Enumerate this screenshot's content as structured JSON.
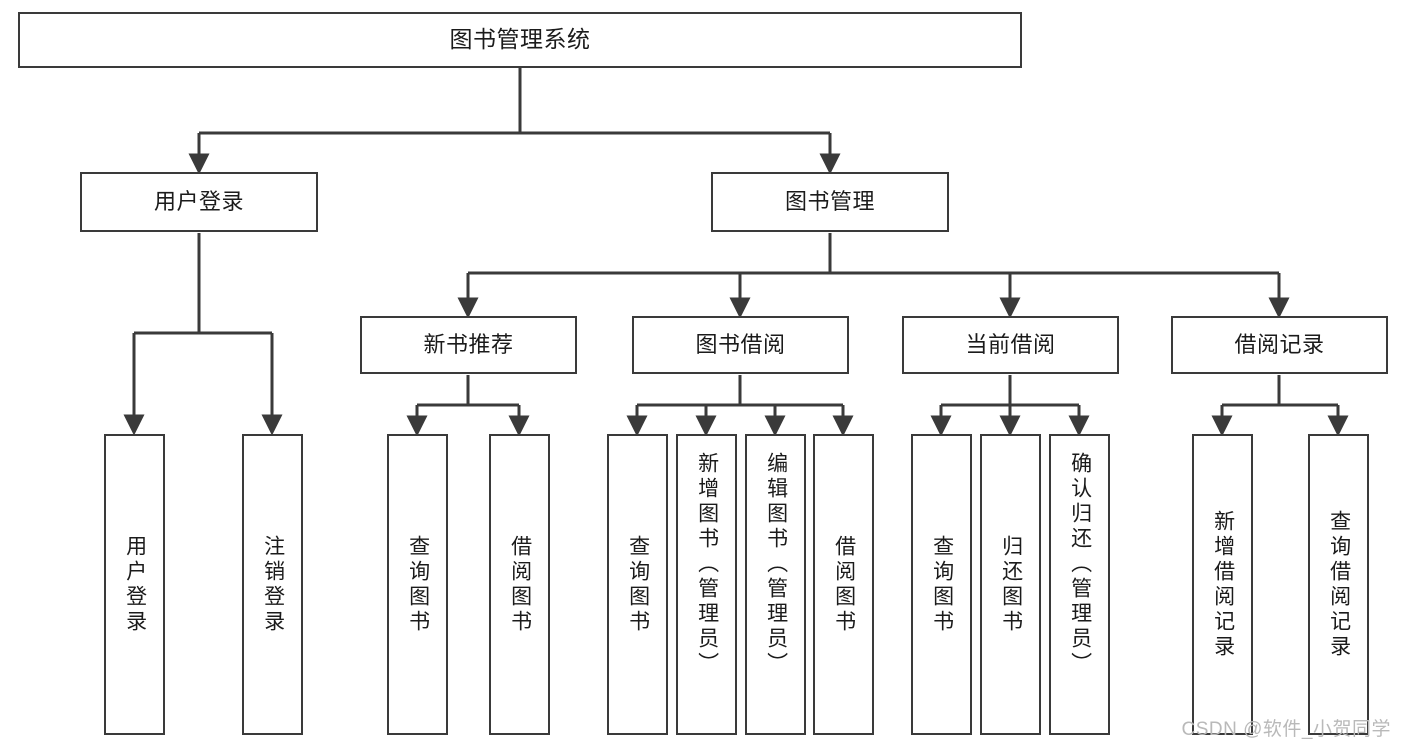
{
  "diagram": {
    "title": "图书管理系统",
    "watermark": "CSDN @软件_小贺同学",
    "colors": {
      "box_border": "#3a3a3a",
      "box_fill": "#ffffff",
      "connector": "#3a3a3a",
      "text": "#1b1b1b",
      "watermark": "#b9b9b9"
    },
    "levels": {
      "root": {
        "label": "图书管理系统"
      },
      "level2": [
        {
          "label": "用户登录"
        },
        {
          "label": "图书管理"
        }
      ],
      "level3": [
        {
          "label": "新书推荐"
        },
        {
          "label": "图书借阅"
        },
        {
          "label": "当前借阅"
        },
        {
          "label": "借阅记录"
        }
      ],
      "leaves": [
        {
          "label": "用户登录",
          "parent": "用户登录"
        },
        {
          "label": "注销登录",
          "parent": "用户登录"
        },
        {
          "label": "查询图书",
          "parent": "新书推荐"
        },
        {
          "label": "借阅图书",
          "parent": "新书推荐"
        },
        {
          "label": "查询图书",
          "parent": "图书借阅"
        },
        {
          "label": "新增图书（管理员）",
          "parent": "图书借阅"
        },
        {
          "label": "编辑图书（管理员）",
          "parent": "图书借阅"
        },
        {
          "label": "借阅图书",
          "parent": "图书借阅"
        },
        {
          "label": "查询图书",
          "parent": "当前借阅"
        },
        {
          "label": "归还图书",
          "parent": "当前借阅"
        },
        {
          "label": "确认归还（管理员）",
          "parent": "当前借阅"
        },
        {
          "label": "新增借阅记录",
          "parent": "借阅记录"
        },
        {
          "label": "查询借阅记录",
          "parent": "借阅记录"
        }
      ]
    }
  }
}
